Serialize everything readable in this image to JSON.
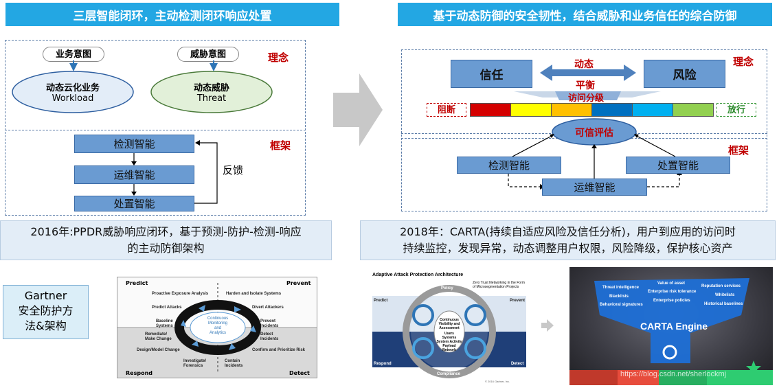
{
  "left": {
    "banner": "三层智能闭环，主动检测闭环响应处置",
    "concept_label": "理念",
    "framework_label": "框架",
    "business_intent": "业务意图",
    "threat_intent": "威胁意图",
    "workload_cn": "动态云化业务",
    "workload_en": "Workload",
    "threat_cn": "动态威胁",
    "threat_en": "Threat",
    "box_detect": "检测智能",
    "box_ops": "运维智能",
    "box_dispose": "处置智能",
    "feedback": "反馈",
    "caption_line1": "2016年:PPDR威胁响应闭环，基于预测-防护-检测-响应",
    "caption_line2": "的主动防御架构",
    "gartner_line1": "Gartner",
    "gartner_line2": "安全防护方",
    "gartner_line3": "法&架构"
  },
  "right": {
    "banner": "基于动态防御的安全韧性，结合威胁和业务信任的综合防御",
    "concept_label": "理念",
    "framework_label": "框架",
    "trust": "信任",
    "risk": "风险",
    "dynamic": "动态",
    "balance": "平衡",
    "access_grading": "访问分级",
    "block": "阻断",
    "allow": "放行",
    "trusted_eval": "可信评估",
    "box_detect": "检测智能",
    "box_dispose": "处置智能",
    "box_ops": "运维智能",
    "caption_line1": "2018年：CARTA(持续自适应风险及信任分析)，用户到应用的访问时",
    "caption_line2": "持续监控，发现异常，动态调整用户权限，风险降级，保护核心资产"
  },
  "colors": {
    "banner": "#23a7e3",
    "box": "#6a9bd2",
    "concept_red": "#c00000",
    "grading_bar": [
      "#d40000",
      "#ffff00",
      "#ffc000",
      "#0070c0",
      "#00b0f0",
      "#92d050"
    ]
  },
  "ppdr": {
    "predict": "Predict",
    "prevent": "Prevent",
    "respond": "Respond",
    "detect": "Detect",
    "center_l1": "Continuous",
    "center_l2": "Monitoring",
    "center_l3": "and",
    "center_l4": "Analytics",
    "items": {
      "proactive": "Proactive Exposure Analysis",
      "harden": "Harden and Isolate Systems",
      "predict_attacks": "Predict Attacks",
      "divert": "Divert Attackers",
      "baseline_l1": "Baseline",
      "baseline_l2": "Systems",
      "prevent_inc_l1": "Prevent",
      "prevent_inc_l2": "Incidents",
      "remediate_l1": "Remediate/",
      "remediate_l2": "Make Change",
      "detect_inc_l1": "Detect",
      "detect_inc_l2": "Incidents",
      "design": "Design/Model Change",
      "confirm": "Confirm and Prioritize Risk",
      "investigate_l1": "Investigate/",
      "investigate_l2": "Forensics",
      "contain_l1": "Contain",
      "contain_l2": "Incidents"
    }
  },
  "aapa": {
    "title": "Adaptive Attack Protection Architecture",
    "zero_trust_l1": "Zero Trust Networking in the Form",
    "zero_trust_l2": "of Microsegmentation Projects",
    "policy": "Policy",
    "compliance": "Compliance",
    "predict": "Predict",
    "prevent": "Prevent",
    "respond": "Respond",
    "detect": "Detect",
    "center_l1": "Continuous",
    "center_l2": "Visibility and",
    "center_l3": "Assessment",
    "users": "Users",
    "systems": "Systems",
    "activity": "System Activity",
    "payload": "Payload",
    "network": "Network",
    "footer": "© 2016 Gartner, Inc."
  },
  "carta": {
    "threat_intel": "Threat intelligence",
    "value_asset": "Value of asset",
    "reputation": "Reputation services",
    "blacklists": "Blacklists",
    "enterprise_risk": "Enterprise risk tolerance",
    "whitelists": "Whitelists",
    "behavioral": "Behavioral signatures",
    "policies": "Enterprise policies",
    "historical": "Historical baselines",
    "engine": "CARTA Engine",
    "watermark": "https://blog.csdn.net/sherlockmj"
  }
}
